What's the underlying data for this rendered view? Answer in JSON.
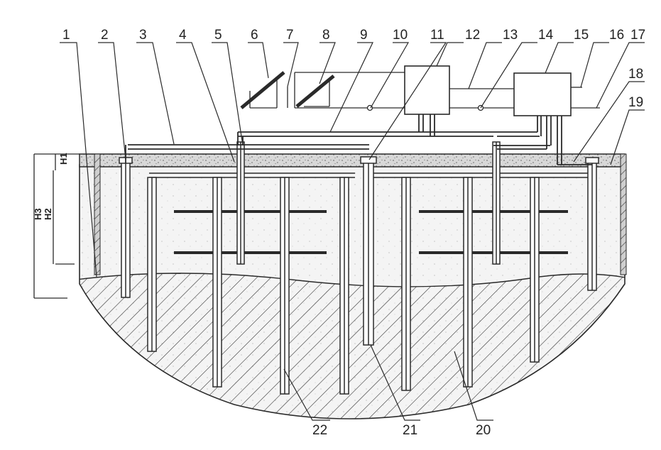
{
  "callouts": {
    "n1": "1",
    "n2": "2",
    "n3": "3",
    "n4": "4",
    "n5": "5",
    "n6": "6",
    "n7": "7",
    "n8": "8",
    "n9": "9",
    "n10": "10",
    "n11": "11",
    "n12": "12",
    "n13": "13",
    "n14": "14",
    "n15": "15",
    "n16": "16",
    "n17": "17",
    "n18": "18",
    "n19": "19",
    "n20": "20",
    "n21": "21",
    "n22": "22"
  },
  "dimensions": {
    "h1": "H1",
    "h2": "H2",
    "h3": "H3"
  },
  "colors": {
    "line": "#2a2a2a",
    "soil": "#f4f4f4",
    "background": "#ffffff"
  }
}
